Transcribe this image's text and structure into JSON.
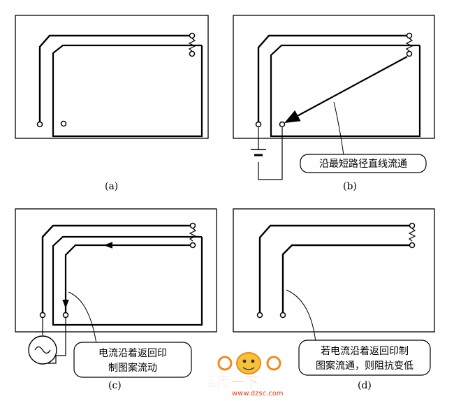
{
  "panels": [
    {
      "id": "a",
      "label": "(a)"
    },
    {
      "id": "b",
      "label": "(b)",
      "note": "沿最短路径直线流通"
    },
    {
      "id": "c",
      "label": "(c)",
      "note_lines": [
        "电流沿着返回印",
        "制图案流动"
      ]
    },
    {
      "id": "d",
      "label": "(d)",
      "note_lines": [
        "若电流沿着返回印制",
        "图案流通，则阻抗变低"
      ]
    }
  ],
  "watermark": {
    "logo_text": "维库一下",
    "url": "www.dzsc.com"
  },
  "colors": {
    "line": "#000000",
    "background": "#ffffff",
    "watermark_orange": "#f08a1c",
    "watermark_red": "#e8401a"
  }
}
